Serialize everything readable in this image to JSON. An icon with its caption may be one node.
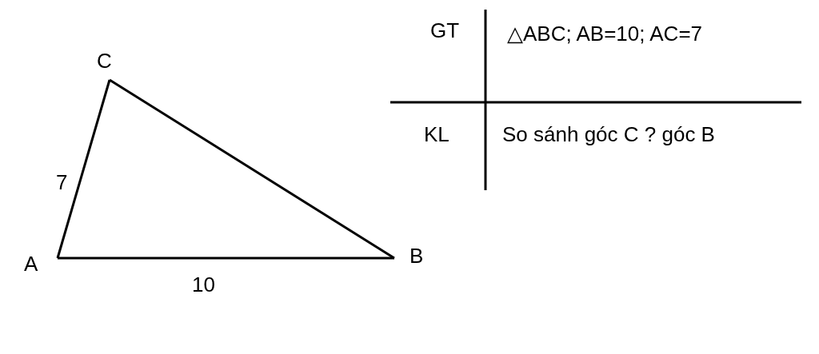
{
  "diagram": {
    "nodes": [
      {
        "text": [
          "A"
        ]
      },
      {
        "text": [
          "B"
        ]
      },
      {
        "text": [
          "C"
        ]
      }
    ],
    "edges": [
      {
        "from": 0,
        "to": 1,
        "arrow": "none",
        "label": "10"
      },
      {
        "from": 0,
        "to": 2,
        "arrow": "none",
        "label": "7"
      },
      {
        "from": 2,
        "to": 1,
        "arrow": "none"
      }
    ],
    "labels": [
      "GT",
      "△ABC; AB=10; AC=7",
      "KL",
      "So sánh góc C ? góc B"
    ]
  }
}
